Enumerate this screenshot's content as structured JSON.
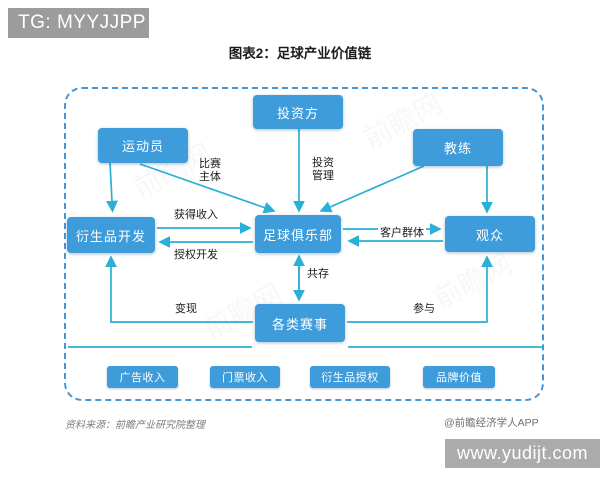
{
  "header": {
    "badge": "TG: MYYJJPP",
    "title": "图表2：足球产业价值链"
  },
  "diagram": {
    "nodes": [
      {
        "id": "athlete",
        "label": "运动员"
      },
      {
        "id": "investor",
        "label": "投资方"
      },
      {
        "id": "coach",
        "label": "教练"
      },
      {
        "id": "derivative-development",
        "label": "衍生品开发"
      },
      {
        "id": "football-club",
        "label": "足球俱乐部"
      },
      {
        "id": "audience",
        "label": "观众"
      },
      {
        "id": "events",
        "label": "各类赛事"
      },
      {
        "id": "ad-revenue",
        "label": "广告收入"
      },
      {
        "id": "ticket-revenue",
        "label": "门票收入"
      },
      {
        "id": "derivative-licensing",
        "label": "衍生品授权"
      },
      {
        "id": "brand-value",
        "label": "品牌价值"
      }
    ],
    "edge_labels": [
      {
        "id": "match-subject",
        "label": "比赛主体"
      },
      {
        "id": "investment-management",
        "label": "投资管理"
      },
      {
        "id": "gain-income",
        "label": "获得收入"
      },
      {
        "id": "licensed-development",
        "label": "授权开发"
      },
      {
        "id": "customer-group",
        "label": "客户群体"
      },
      {
        "id": "coexist",
        "label": "共存"
      },
      {
        "id": "monetize",
        "label": "变现"
      },
      {
        "id": "participate",
        "label": "参与"
      }
    ]
  },
  "footer": {
    "source": "资料来源：前瞻产业研究院整理",
    "credit": "@前瞻经济学人APP",
    "overlay_url": "www.yudijt.com"
  },
  "watermark": {
    "text": "前瞻网"
  },
  "colors": {
    "node_blue": "#3e9cdb",
    "arrow_cyan": "#2aafd6",
    "border_blue": "#4596d8",
    "badge_gray": "#9c9c9c",
    "overlay_gray": "#ababab"
  }
}
